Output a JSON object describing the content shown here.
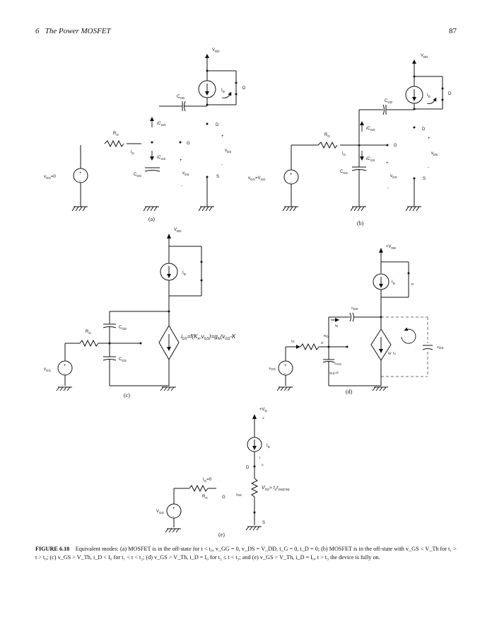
{
  "header": {
    "chapter": "6",
    "chapter_title": "The Power MOSFET",
    "page_number": "87"
  },
  "panel_labels": {
    "a": "(a)",
    "b": "(b)",
    "c": "(c)",
    "d": "(d)",
    "e": "(e)"
  },
  "circuit_labels": {
    "vdd": "V",
    "vdd_sub": "DD",
    "id": "I",
    "id_sub": "D",
    "d": "D",
    "g": "G",
    "s": "S",
    "cgd": "C",
    "cgd_sub": "GD",
    "cgs": "C",
    "cgs_sub": "GS",
    "rg": "R",
    "rg_sub": "G",
    "ig": "i",
    "ig_sub": "G",
    "icgd": "iC",
    "icgd_sub": "GD",
    "icgs": "iC",
    "icgs_sub": "GS",
    "vds": "v",
    "vds_sub": "DS",
    "vgs": "v",
    "vgs_sub": "GS",
    "plus": "+",
    "minus": "-",
    "vgg_zero": "v",
    "vgg_zero_tail": "=0",
    "vgg_eq": "v",
    "vgg_eq_tail": "=V",
    "vgg_sub": "GG",
    "c_vgg": "v",
    "c_vgg_sub": "GG",
    "c_ids": "i",
    "c_eq": "=f(K",
    "c_eq2": ",v",
    "c_eq3": ")=g",
    "c_eq4": "(v",
    "c_eq5": "-K",
    "d_vdd": "+V",
    "d_vdd_sub": "DD",
    "d_id": "I",
    "d_id_sub": "D",
    "d_ia": "i",
    "d_ia_sub": "D",
    "d_csd": "C",
    "d_csd_sub": "DS",
    "d_ib": "I",
    "d_ib_sub": "G",
    "d_ig": "I",
    "d_ig_sub": "G",
    "d_rg": "R",
    "d_rg_sub": "G",
    "d_cgs": "C",
    "d_cgs_sub": "GS",
    "d_igs": "i",
    "d_igs_tail": "=0",
    "d_csd2": "C",
    "d_csd2_sub": "DS",
    "d_dd": "D",
    "d_mid": "i",
    "d_mid2": "- I",
    "d_vgg": "V",
    "d_vgg_sub": "GG",
    "e_vd": "+V",
    "e_vd_sub": "D",
    "e_i": "I",
    "e_i_sub": "D",
    "e_ig": "I",
    "e_ig_tail": "=0",
    "e_vds": "V",
    "e_vds_sub": "DS",
    "e_eq": "≈ I",
    "e_eq2": "r",
    "e_eq3": "DS(ON)",
    "e_ron": "r",
    "e_ron_sub": "DS",
    "e_vgg": "V",
    "e_vgg_sub": "GG",
    "e_o": "o"
  },
  "caption": {
    "label": "FIGURE 6.18",
    "text": "Equivalent modes: (a) MOSFET is in the off-state for t < t₀, v_GG = 0, v_DS = V_DD, i_G = 0, i_D = 0; (b) MOSFET is in the off-state with v_GS < V_Th for t₁ > t > t₀; (c) v_GS > V_Th, i_D < I₀ for t₁ < t < t₂; (d) v_GS > V_Th, i_D = I₀ for t₂ ≤ t < t₃; and (e) v_GS > V_Th, i_D = I₀, t > t₃ the device is fully on."
  }
}
